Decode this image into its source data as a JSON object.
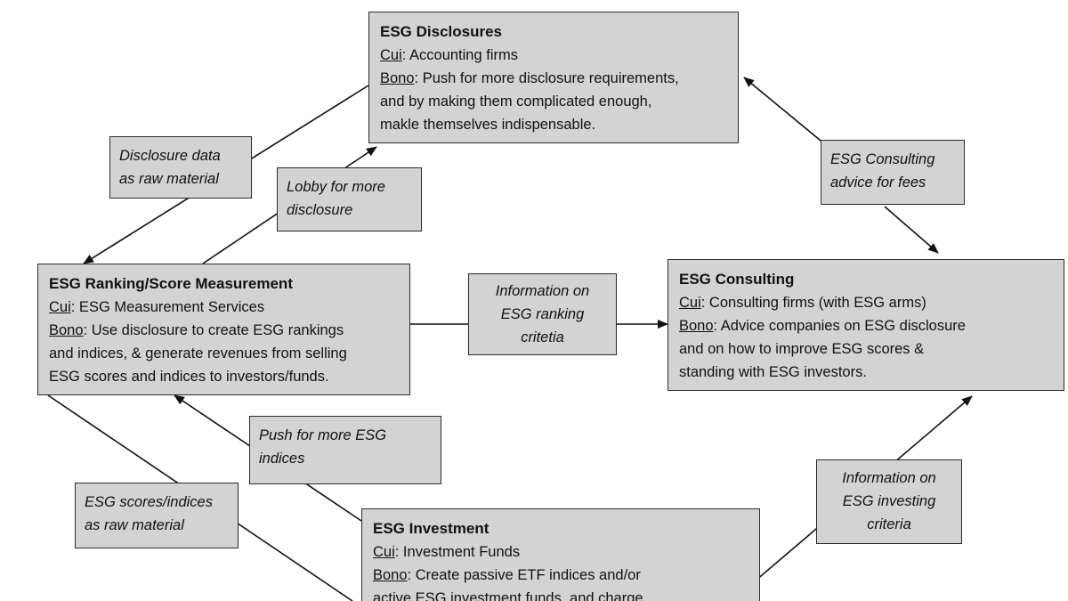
{
  "nodes": {
    "disclosures": {
      "title": "ESG Disclosures",
      "cui_label": "Cui",
      "cui_text": ": Accounting firms",
      "bono_label": "Bono",
      "bono_lines": [
        ": Push for more disclosure requirements,",
        "and by making them complicated enough,",
        "makle themselves indispensable."
      ]
    },
    "ranking": {
      "title": "ESG Ranking/Score Measurement",
      "cui_label": "Cui",
      "cui_text": ": ESG Measurement Services",
      "bono_label": "Bono",
      "bono_lines": [
        ": Use disclosure to create ESG rankings",
        "and indices, & generate revenues from selling",
        "ESG scores and indices to investors/funds."
      ]
    },
    "consulting": {
      "title": "ESG Consulting",
      "cui_label": "Cui",
      "cui_text": ": Consulting firms (with ESG arms)",
      "bono_label": "Bono",
      "bono_lines": [
        ": Advice companies on ESG disclosure",
        "and on how to improve ESG scores &",
        "standing with ESG investors."
      ]
    },
    "investment": {
      "title": "ESG Investment",
      "cui_label": "Cui",
      "cui_text": ": Investment Funds",
      "bono_label": "Bono",
      "bono_lines": [
        ": Create passive ETF indices and/or",
        "active ESG investment funds, and charge"
      ]
    }
  },
  "edge_labels": {
    "disclosure_data": [
      "Disclosure data",
      "as raw material"
    ],
    "lobby": [
      "Lobby for more",
      "disclosure"
    ],
    "consulting_advice": [
      "ESG Consulting",
      "advice for fees"
    ],
    "ranking_info": [
      "Information on",
      "ESG ranking",
      "critetia"
    ],
    "push_indices": [
      "Push for more ESG",
      "indices"
    ],
    "scores_raw": [
      "ESG scores/indices",
      "as raw material"
    ],
    "investing_info": [
      "Information on",
      "ESG investing",
      "criteria"
    ]
  },
  "colors": {
    "box_fill": "#d3d3d3",
    "border": "#2b2b2b",
    "background": "#ffffff"
  }
}
